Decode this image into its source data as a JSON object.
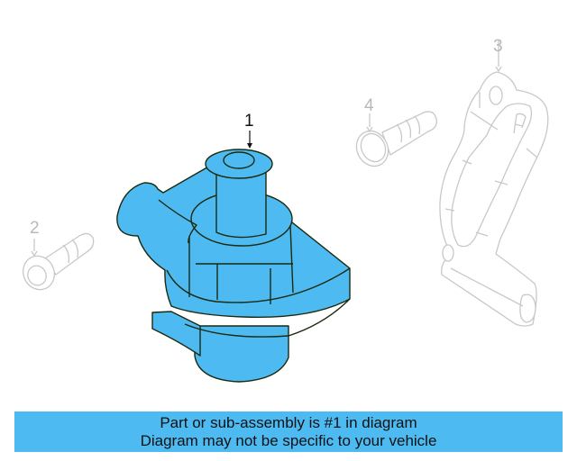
{
  "diagram": {
    "callouts": [
      {
        "number": "1",
        "part": "pump",
        "highlighted": true
      },
      {
        "number": "2",
        "part": "bolt",
        "highlighted": false
      },
      {
        "number": "3",
        "part": "bracket",
        "highlighted": false
      },
      {
        "number": "4",
        "part": "bolt",
        "highlighted": false
      }
    ],
    "colors": {
      "highlight_fill": "#4dbbf2",
      "ghost_line": "#c8c8c8",
      "outline": "#1a2a10"
    }
  },
  "banner": {
    "line1": "Part or sub-assembly is #1 in diagram",
    "line2": "Diagram may not be specific to your vehicle",
    "background": "#4dbbf2"
  }
}
